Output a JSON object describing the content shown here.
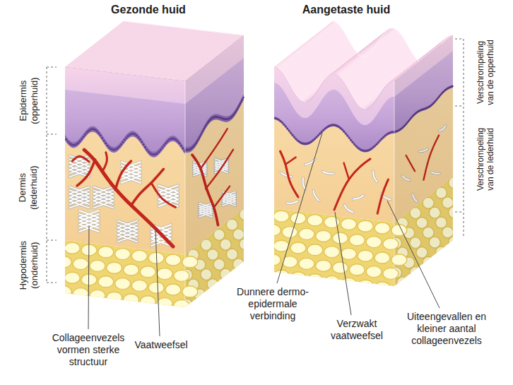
{
  "diagram": {
    "labels": [
      "Gezonde huid",
      "Aangetaste huid",
      "Epidermis (opperhuid)",
      "Dermis (lederhuid)",
      "Hypodermis (onderhuid)",
      "Verschrompeling van de opperhuid",
      "Verschrompeling van de lederhuid",
      "Collageenvezels vormen sterke structuur",
      "Vaatweefsel",
      "Dunnere dermo-epidermale verbinding",
      "Verzwakt vaatweefsel",
      "Uiteengevallen en kleiner aantal collageenvezels"
    ]
  }
}
